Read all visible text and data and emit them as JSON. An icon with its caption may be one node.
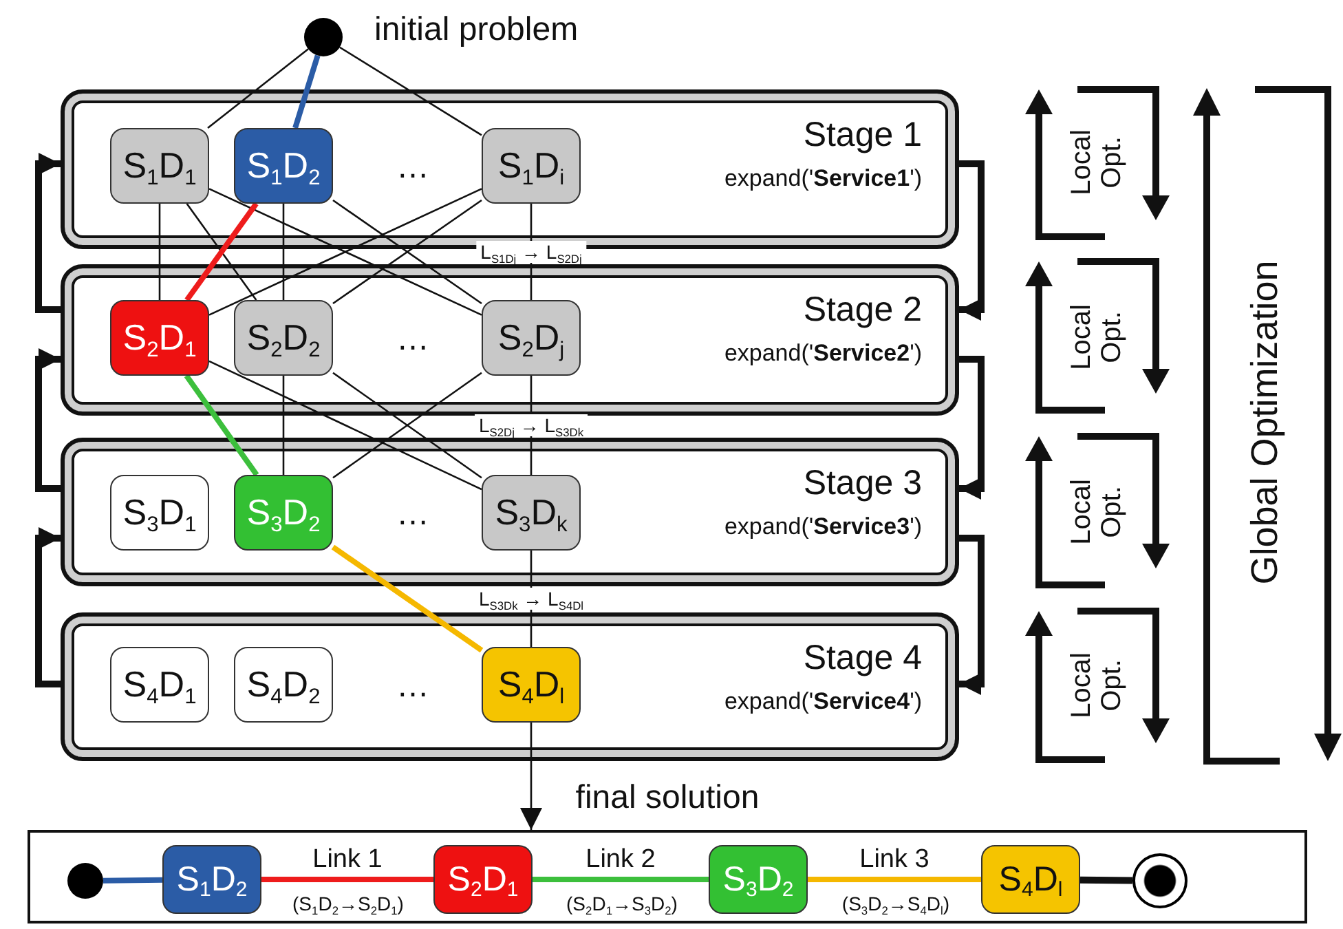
{
  "diagram": {
    "nodes": [
      {
        "text": [],
        "shape": "circle",
        "beside": [
          "initial problem"
        ]
      },
      {
        "text": [
          "Stage 1",
          "expand('**Service1**')"
        ]
      },
      {
        "text": [
          "S$_{1}$D$_{1}$"
        ],
        "in": 1
      },
      {
        "text": [
          "S$_{1}$D$_{2}$"
        ],
        "in": 1
      },
      {
        "text": [
          "S$_{1}$D$_{i}$"
        ],
        "in": 1
      },
      {
        "text": [
          "Stage 2",
          "expand('**Service2**')"
        ]
      },
      {
        "text": [
          "S$_{2}$D$_{1}$"
        ],
        "in": 5
      },
      {
        "text": [
          "S$_{2}$D$_{2}$"
        ],
        "in": 5
      },
      {
        "text": [
          "S$_{2}$D$_{j}$"
        ],
        "in": 5
      },
      {
        "text": [
          "Stage 3",
          "expand('**Service3**')"
        ]
      },
      {
        "text": [
          "S$_{3}$D$_{1}$"
        ],
        "in": 9
      },
      {
        "text": [
          "S$_{3}$D$_{2}$"
        ],
        "in": 9
      },
      {
        "text": [
          "S$_{3}$D$_{k}$"
        ],
        "in": 9
      },
      {
        "text": [
          "Stage 4",
          "expand('**Service4**')"
        ]
      },
      {
        "text": [
          "S$_{4}$D$_{1}$"
        ],
        "in": 13
      },
      {
        "text": [
          "S$_{4}$D$_{2}$"
        ],
        "in": 13
      },
      {
        "text": [
          "S$_{4}$D$_{l}$"
        ],
        "in": 13
      },
      {
        "text": [],
        "shape": "box"
      },
      {
        "text": [],
        "shape": "circle",
        "in": 17
      },
      {
        "text": [
          "S$_{1}$D$_{2}$"
        ],
        "in": 17
      },
      {
        "text": [
          "S$_{2}$D$_{1}$"
        ],
        "in": 17
      },
      {
        "text": [
          "S$_{3}$D$_{2}$"
        ],
        "in": 17
      },
      {
        "text": [
          "S$_{4}$D$_{l}$"
        ],
        "in": 17
      },
      {
        "text": [],
        "shape": "circle",
        "in": 17
      }
    ],
    "edges": [
      {
        "from": 0,
        "to": 2,
        "arrow": "none"
      },
      {
        "from": 0,
        "to": 3,
        "arrow": "none",
        "style": "thick",
        "color": "#2b5ca6"
      },
      {
        "from": 0,
        "to": 4,
        "arrow": "none"
      },
      {
        "from": 2,
        "to": 6,
        "arrow": "none"
      },
      {
        "from": 2,
        "to": 7,
        "arrow": "none"
      },
      {
        "from": 2,
        "to": 8,
        "arrow": "none"
      },
      {
        "from": 3,
        "to": 6,
        "arrow": "none",
        "style": "thick",
        "color": "#ee1c1c"
      },
      {
        "from": 3,
        "to": 7,
        "arrow": "none"
      },
      {
        "from": 3,
        "to": 8,
        "arrow": "none"
      },
      {
        "from": 4,
        "to": 6,
        "arrow": "none"
      },
      {
        "from": 4,
        "to": 7,
        "arrow": "none"
      },
      {
        "from": 4,
        "to": 8,
        "arrow": "none",
        "label": "L$_{S1Dj}$ → L$_{S2Dj}$"
      },
      {
        "from": 6,
        "to": 11,
        "arrow": "none",
        "style": "thick",
        "color": "#3cbf3c"
      },
      {
        "from": 6,
        "to": 12,
        "arrow": "none"
      },
      {
        "from": 7,
        "to": 11,
        "arrow": "none"
      },
      {
        "from": 7,
        "to": 12,
        "arrow": "none"
      },
      {
        "from": 8,
        "to": 11,
        "arrow": "none"
      },
      {
        "from": 8,
        "to": 12,
        "arrow": "none",
        "label": "L$_{S2Dj}$ → L$_{S3Dk}$"
      },
      {
        "from": 11,
        "to": 16,
        "arrow": "none",
        "style": "thick",
        "color": "#f5b800"
      },
      {
        "from": 12,
        "to": 16,
        "arrow": "none",
        "label": "L$_{S3Dk}$ → L$_{S4Dl}$"
      },
      {
        "from": 16,
        "to": 17,
        "arrow": "to",
        "label": "final solution"
      },
      {
        "from": 5,
        "to": 1,
        "arrow": "to",
        "style": "thick"
      },
      {
        "from": 9,
        "to": 5,
        "arrow": "to",
        "style": "thick"
      },
      {
        "from": 13,
        "to": 9,
        "arrow": "to",
        "style": "thick"
      },
      {
        "from": 1,
        "to": 5,
        "arrow": "to",
        "style": "thick"
      },
      {
        "from": 5,
        "to": 9,
        "arrow": "to",
        "style": "thick"
      },
      {
        "from": 9,
        "to": 13,
        "arrow": "to",
        "style": "thick"
      },
      {
        "from": 18,
        "to": 19,
        "arrow": "none",
        "style": "thick",
        "color": "#2b5ca6"
      },
      {
        "from": 19,
        "to": 20,
        "arrow": "none",
        "label": "Link 1",
        "style": "thick",
        "color": "#ee1c1c"
      },
      {
        "from": 20,
        "to": 21,
        "arrow": "none",
        "label": "Link 2",
        "style": "thick",
        "color": "#3cbf3c"
      },
      {
        "from": 21,
        "to": 22,
        "arrow": "none",
        "label": "Link 3",
        "style": "thick",
        "color": "#f5b800"
      },
      {
        "from": 22,
        "to": 23,
        "arrow": "none",
        "style": "thick"
      }
    ],
    "labels": [
      "…",
      "…",
      "…",
      "…",
      "Local Opt.",
      "Local Opt.",
      "Local Opt.",
      "Local Opt.",
      "Global Optimization",
      "(S$_{1}$D$_{2}$→S$_{2}$D$_{1}$)",
      "(S$_{2}$D$_{1}$→S$_{3}$D$_{2}$)",
      "(S$_{3}$D$_{2}$→S$_{4}$D$_{l}$)"
    ]
  }
}
